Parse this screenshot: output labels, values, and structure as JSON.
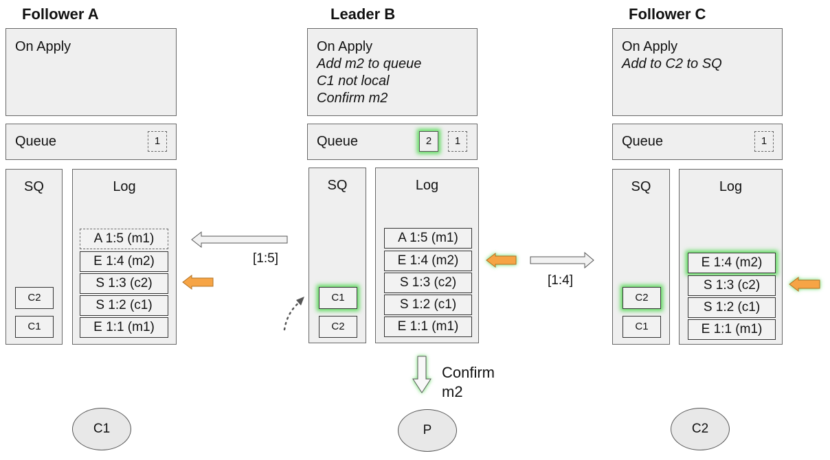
{
  "follower_a": {
    "title": "Follower A",
    "on_apply": "On Apply",
    "queue_label": "Queue",
    "queue_slots": [
      "1"
    ],
    "sq_label": "SQ",
    "sq_items": [
      "C2",
      "C1"
    ],
    "log_label": "Log",
    "log_entries": [
      "A 1:5 (m1)",
      "E 1:4 (m2)",
      "S 1:3 (c2)",
      "S 1:2 (c1)",
      "E 1:1 (m1)"
    ],
    "client": "C1"
  },
  "leader_b": {
    "title": "Leader B",
    "on_apply": "On Apply",
    "apply_lines": [
      "Add m2 to queue",
      "C1 not local",
      "Confirm m2"
    ],
    "queue_label": "Queue",
    "queue_slots": [
      "2",
      "1"
    ],
    "sq_label": "SQ",
    "sq_items": [
      "C1",
      "C2"
    ],
    "log_label": "Log",
    "log_entries": [
      "A 1:5 (m1)",
      "E 1:4 (m2)",
      "S 1:3 (c2)",
      "S 1:2 (c1)",
      "E 1:1 (m1)"
    ],
    "client": "P",
    "confirm_line1": "Confirm",
    "confirm_line2": "m2"
  },
  "follower_c": {
    "title": "Follower C",
    "on_apply": "On Apply",
    "apply_lines": [
      "Add to C2 to SQ"
    ],
    "queue_label": "Queue",
    "queue_slots": [
      "1"
    ],
    "sq_label": "SQ",
    "sq_items": [
      "C2",
      "C1"
    ],
    "log_label": "Log",
    "log_entries": [
      "E 1:4 (m2)",
      "S 1:3 (c2)",
      "S 1:2 (c1)",
      "E 1:1 (m1)"
    ],
    "client": "C2"
  },
  "arrows": {
    "to_a": "[1:5]",
    "to_c": "[1:4]"
  },
  "colors": {
    "pointer": "#f6a445",
    "glow": "#5edb5e",
    "panel": "#efefef"
  }
}
